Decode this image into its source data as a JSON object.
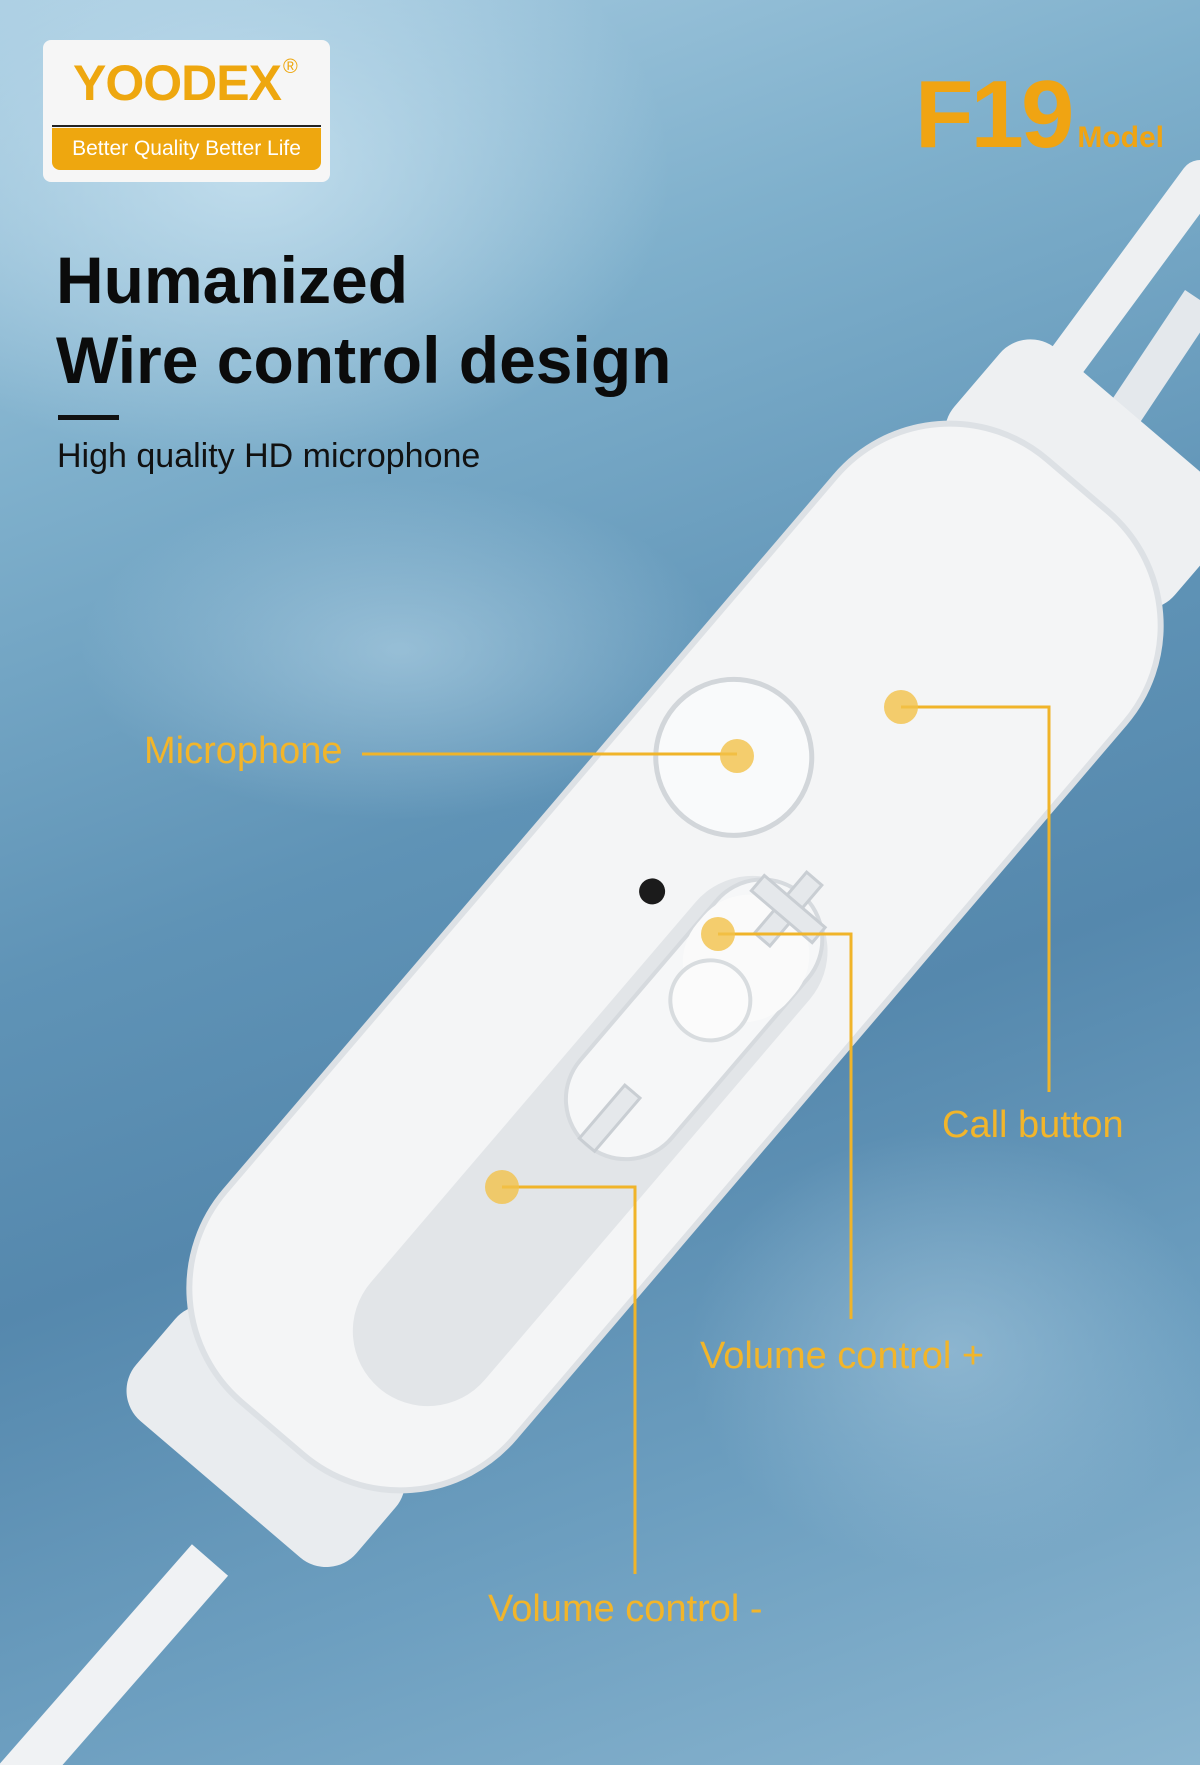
{
  "logo": {
    "brand": "YOODEX",
    "registered": "®",
    "slogan": "Better Quality Better Life"
  },
  "model": {
    "number": "F19",
    "label": "Model"
  },
  "headline": {
    "line1": "Humanized",
    "line2": "Wire control design",
    "subtitle": "High quality HD microphone"
  },
  "callouts": {
    "microphone": "Microphone",
    "call_button": "Call button",
    "volume_up": "Volume control +",
    "volume_down": "Volume control -"
  },
  "colors": {
    "accent": "#f0b429",
    "background": "#5f93b6"
  }
}
